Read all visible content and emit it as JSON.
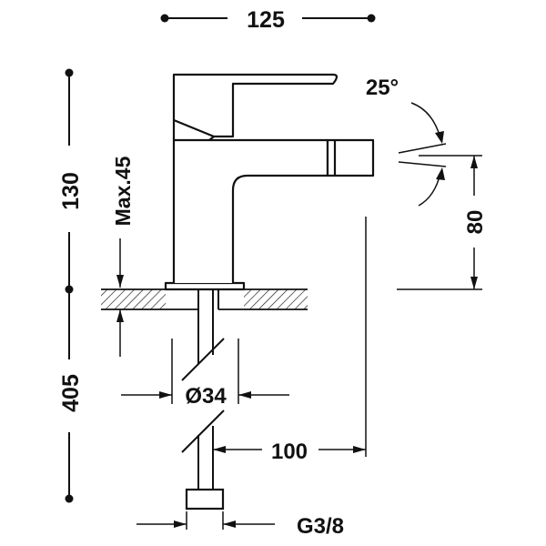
{
  "dimensions": {
    "width_top": "125",
    "height_total": "130",
    "depth_below": "405",
    "max_thickness": "Max.45",
    "angle": "25°",
    "spout_height": "80",
    "spout_reach": "100",
    "shank_diameter": "Ø34",
    "thread": "G3/8"
  },
  "colors": {
    "line": "#111111",
    "background": "#ffffff"
  }
}
